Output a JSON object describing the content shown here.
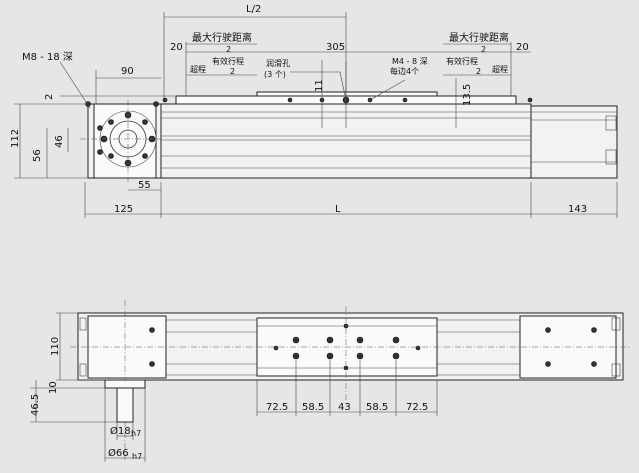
{
  "top_view": {
    "thread_note": "M8 - 18 深",
    "half_length": "L/2",
    "max_stroke": "最大行驶距离",
    "over_2": "2",
    "dim_20_left": "20",
    "dim_305": "305",
    "dim_20_right": "20",
    "overtravel": "超程",
    "effective_stroke": "有效行程",
    "oil_hole": "润滑孔",
    "oil_hole_count": "(3 个)",
    "tap_note": "M4 - 8 深",
    "tap_count": "每边4个",
    "dim_90": "90",
    "dim_2": "2",
    "dim_11": "11",
    "dim_13_5": "13.5",
    "dim_112": "112",
    "dim_46": "46",
    "dim_56": "56",
    "dim_55": "55",
    "dim_125": "125",
    "dim_L": "L",
    "dim_143": "143"
  },
  "bottom_view": {
    "dim_110": "110",
    "dim_10": "10",
    "dim_46_5": "46.5",
    "dim_72_5_a": "72.5",
    "dim_58_5_a": "58.5",
    "dim_43": "43",
    "dim_58_5_b": "58.5",
    "dim_72_5_b": "72.5",
    "shaft_dia": "Ø18",
    "shaft_tol": "h7",
    "boss_dia": "Ø66",
    "boss_tol": "h7"
  }
}
